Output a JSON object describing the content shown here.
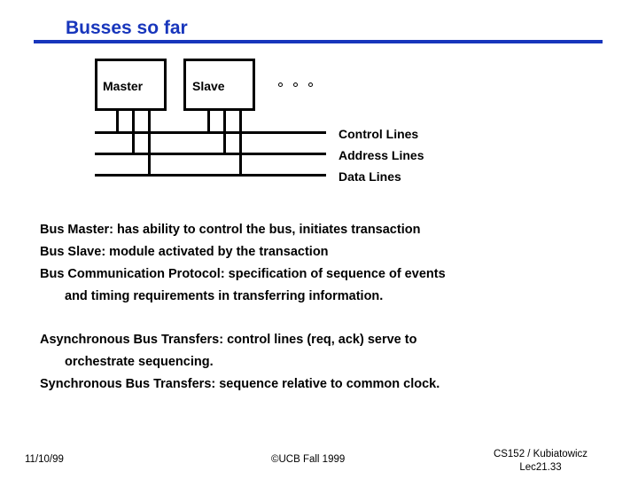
{
  "slide": {
    "title": "Busses so far",
    "accent_color": "#1836bc",
    "text_color": "#000000",
    "background": "#ffffff"
  },
  "diagram": {
    "nodes": [
      {
        "label": "Master"
      },
      {
        "label": "Slave"
      }
    ],
    "continuation": "o o o",
    "bus_captions": [
      "Control Lines",
      "Address Lines",
      "Data Lines"
    ]
  },
  "body": {
    "group_one": [
      {
        "text": "Bus Master:  has ability to control the bus, initiates transaction",
        "wrapped": false
      },
      {
        "text": "Bus Slave:  module activated by the transaction",
        "wrapped": false
      },
      {
        "text": "Bus Communication Protocol:  specification of sequence of events",
        "wrapped": false
      },
      {
        "text": "and timing requirements in transferring information.",
        "wrapped": true
      }
    ],
    "group_two": [
      {
        "text": "Asynchronous Bus Transfers:  control lines (req, ack) serve to",
        "wrapped": false
      },
      {
        "text": "orchestrate sequencing.",
        "wrapped": true
      },
      {
        "text": "Synchronous Bus Transfers:  sequence relative to common clock.",
        "wrapped": false
      }
    ]
  },
  "footer": {
    "date": "11/10/99",
    "center": "©UCB Fall 1999",
    "course": "CS152 / Kubiatowicz",
    "lecture": "Lec21.33"
  }
}
